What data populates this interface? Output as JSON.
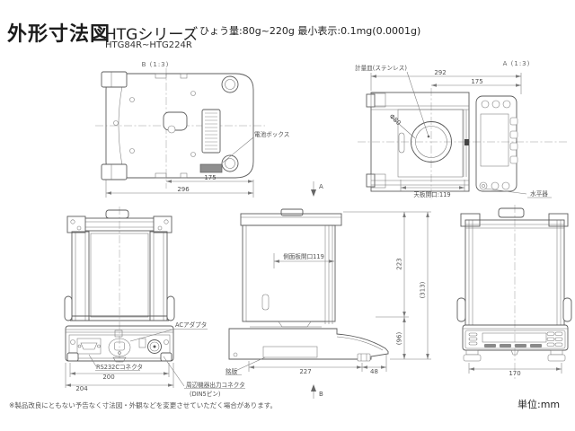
{
  "header": {
    "title": "外形寸法図",
    "series": "HTGシリーズ",
    "models": "HTG84R~HTG224R",
    "specs": "ひょう量:80g~220g 最小表示:0.1mg(0.0001g)"
  },
  "views": {
    "bottom": {
      "view_label": "B (1:3)",
      "battery_box": "電池ボックス",
      "dim_right": "175",
      "dim_width": "296",
      "section_arrow": "A"
    },
    "top": {
      "view_label": "A (1:3)",
      "pan": "計量皿(ステンレス)",
      "pan_diameter": "Φ80",
      "dim_width": "292",
      "dim_right": "175",
      "top_opening": "天板開口:119",
      "level": "水平器"
    },
    "rear": {
      "ac_adapter": "ACアダプタ",
      "rs232c": "RS232Cコネクタ",
      "dim_inner": "200",
      "dim_width": "204",
      "peripheral_1": "周辺機器出力コネクタ",
      "peripheral_2": "(DIN5ピン)"
    },
    "side": {
      "side_opening": "側面板開口119",
      "dim_upper": "223",
      "dim_total": "(313)",
      "dim_base": "(96)",
      "dim_depth": "227",
      "dim_front": "48",
      "nameplate": "銘版",
      "section_arrow": "B"
    },
    "front": {
      "dim_width": "170"
    }
  },
  "footer": {
    "note": "※製品改良にともない予告なく寸法図・外観などを変更させていただく場合があります。",
    "unit": "単位:mm"
  }
}
